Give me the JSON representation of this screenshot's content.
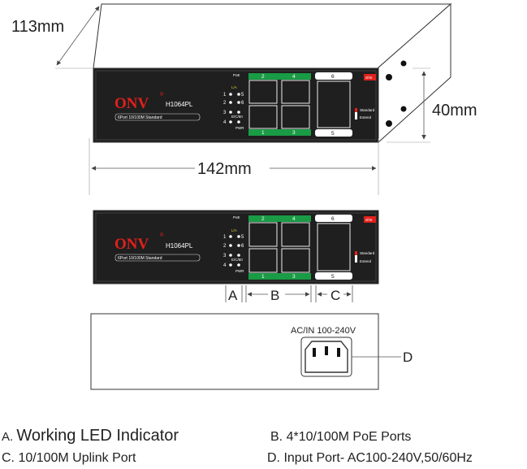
{
  "dimensions": {
    "depth": "113mm",
    "height": "40mm",
    "width": "142mm"
  },
  "device": {
    "brand": "ONV",
    "registered": "®",
    "model": "H1064PL",
    "slogan": "6Port 10/100M Standard",
    "poe_label": "PoE",
    "lk_label": "L/A",
    "ext_label": "E/C/50",
    "pwr_label": "PWR",
    "led_left": [
      "1",
      "2",
      "3",
      "4"
    ],
    "led_right": [
      "5",
      "6"
    ],
    "port_top": [
      "2",
      "4"
    ],
    "port_bottom": [
      "1",
      "3"
    ],
    "uplink_top": "6",
    "uplink_bottom": "5",
    "switch_badge": "sf/et",
    "switch_opts": [
      "Standard",
      "Extend"
    ]
  },
  "callouts": {
    "a": "A",
    "b": "B",
    "c": "C",
    "d": "D"
  },
  "rear": {
    "power_label": "AC/IN  100-240V"
  },
  "legend": [
    {
      "prefix": "A. ",
      "text": "Working LED Indicator"
    },
    {
      "prefix": "B. ",
      "text": "4*10/100M PoE Ports"
    },
    {
      "prefix": "C. ",
      "text": "10/100M Uplink Port"
    },
    {
      "prefix": "D. ",
      "text": "Input Port- AC100-240V,50/60Hz"
    }
  ],
  "colors": {
    "panel": "#1f1f1f",
    "brand_red": "#e0201b",
    "port_green": "#1a9b46",
    "line": "#333333"
  }
}
